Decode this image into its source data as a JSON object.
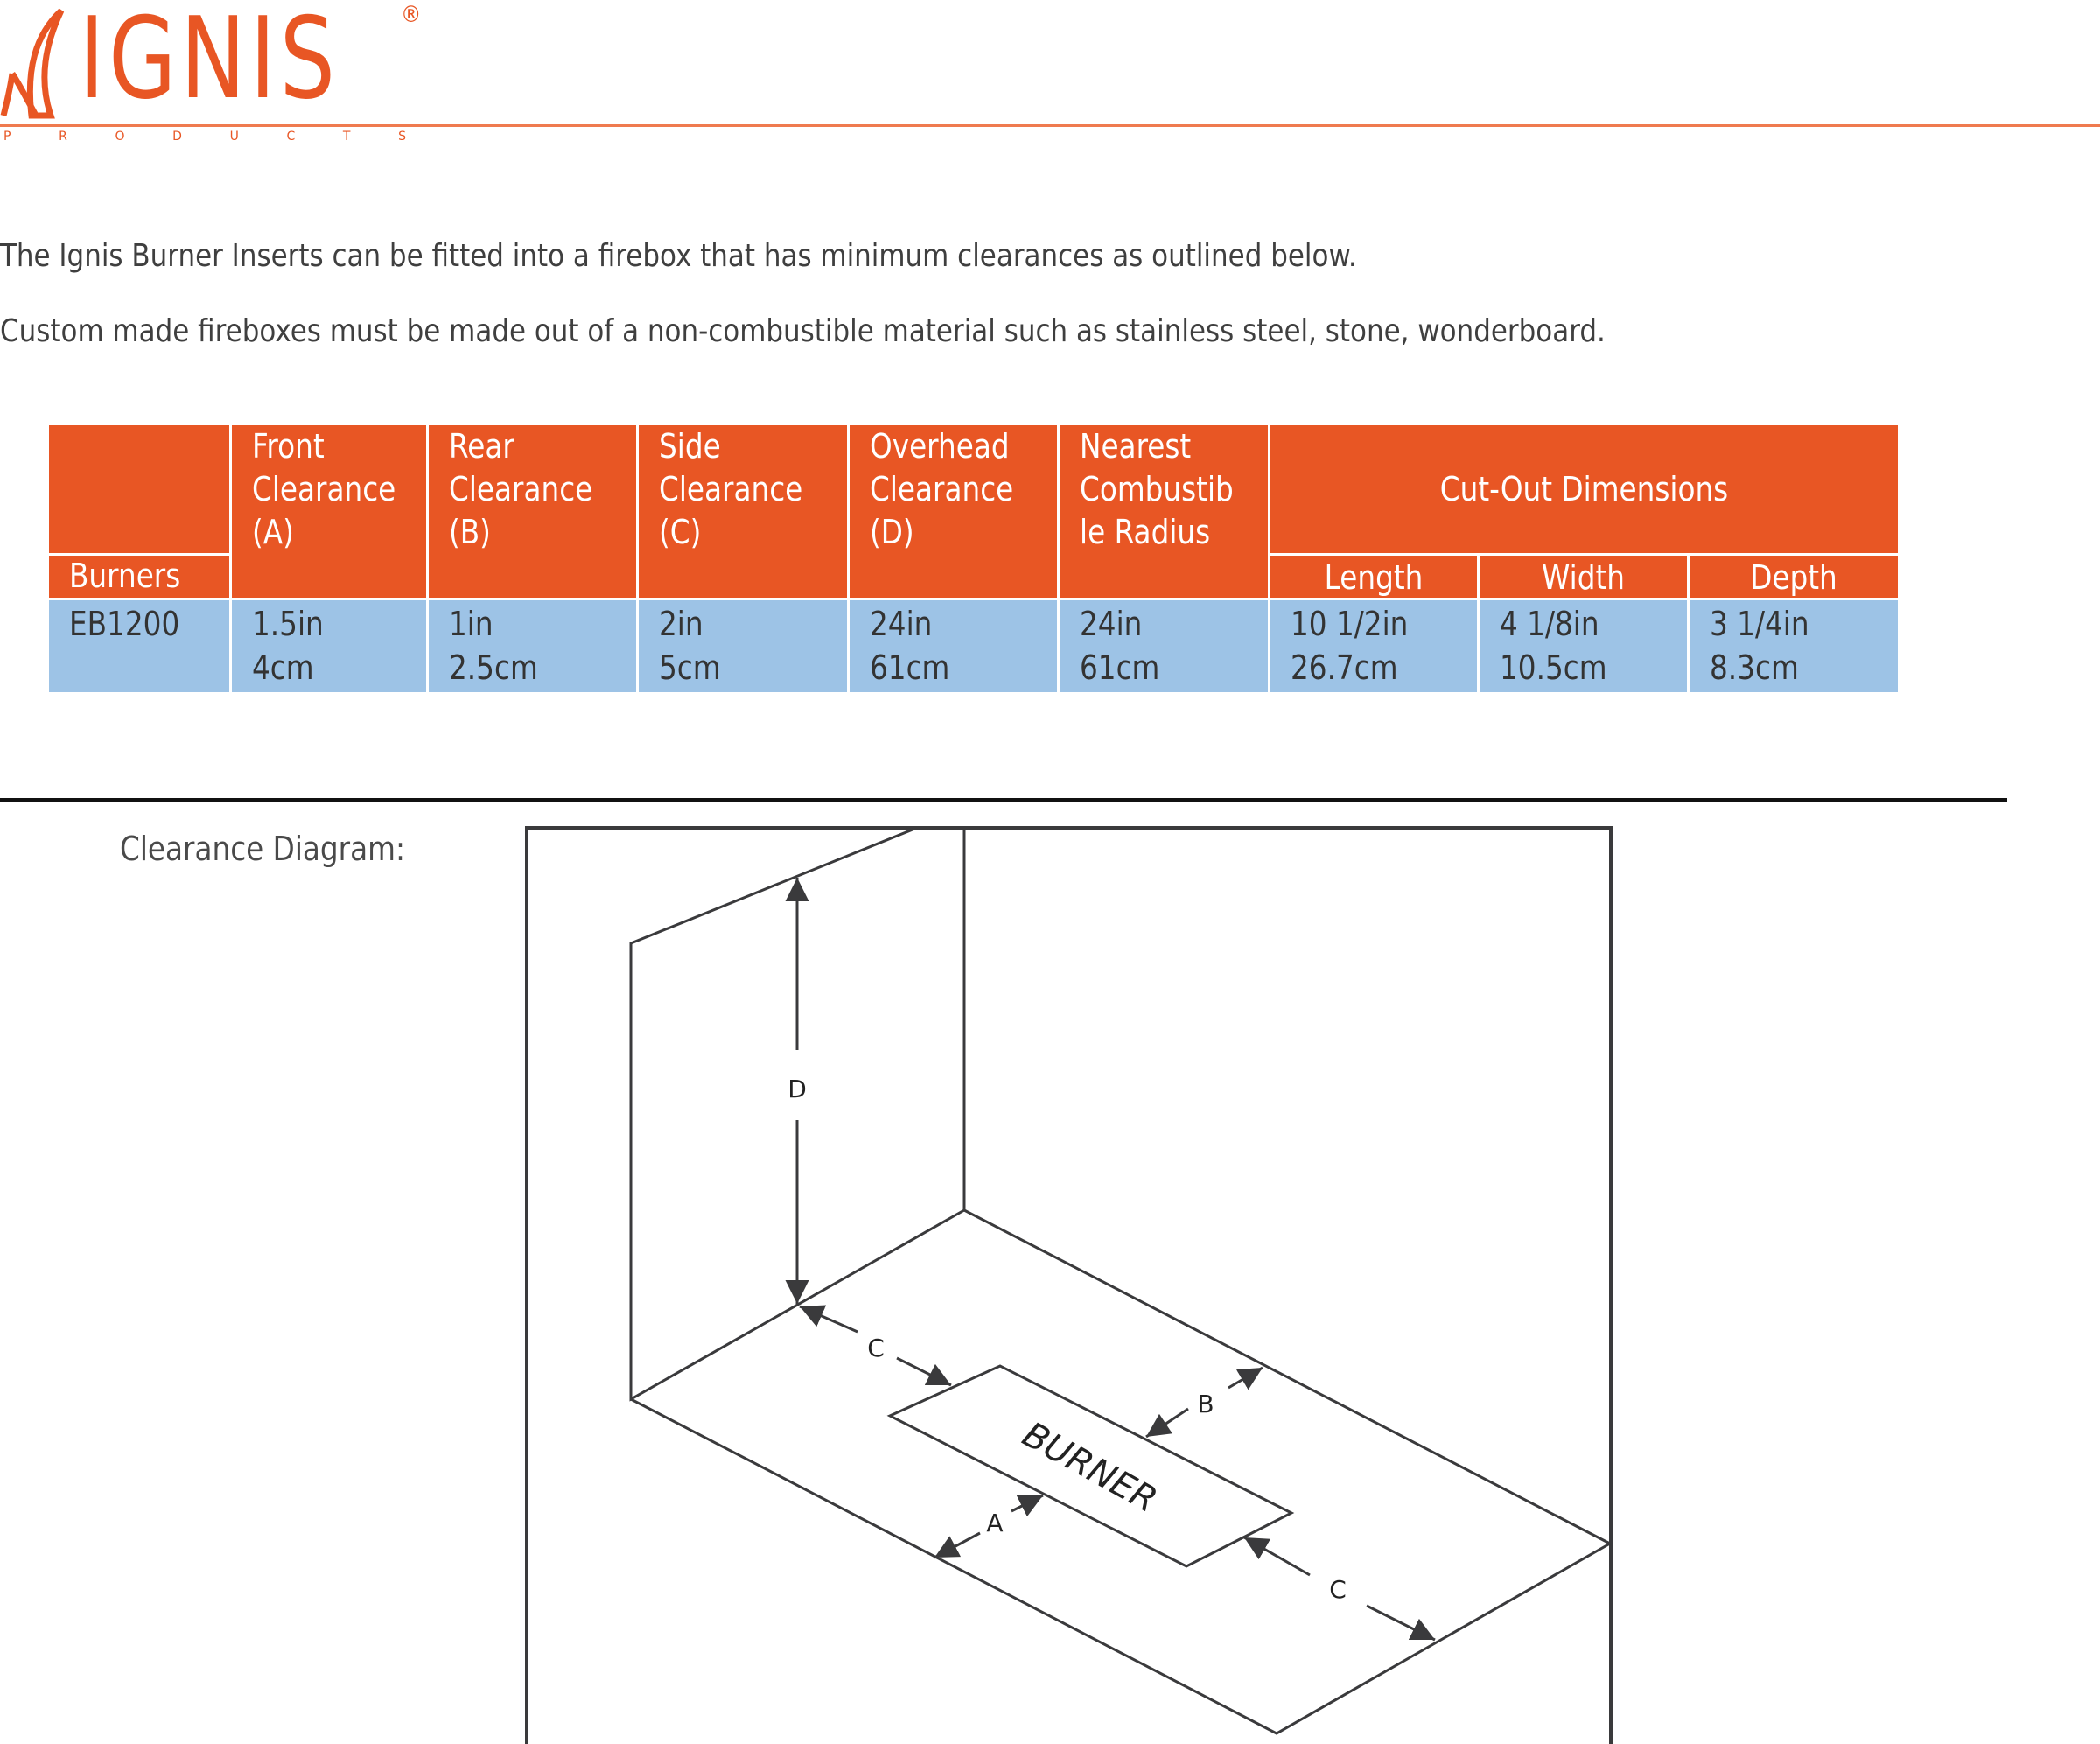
{
  "brand": {
    "name": "IGNIS",
    "registered_mark": "®",
    "tagline_letters": [
      "P",
      "R",
      "O",
      "D",
      "U",
      "C",
      "T",
      "S"
    ],
    "color": "#e85624"
  },
  "intro": {
    "line1": "The Ignis Burner Inserts can be fitted into a firebox that has minimum clearances as outlined below.",
    "line2": "Custom made fireboxes must be made out of a non-combustible material such as stainless steel, stone, wonderboard."
  },
  "table": {
    "header_color": "#e85624",
    "row_color": "#9dc3e6",
    "headers": {
      "burners": "Burners",
      "front": [
        "Front",
        "Clearance",
        "(A)"
      ],
      "rear": [
        "Rear",
        "Clearance",
        "(B)"
      ],
      "side": [
        "Side",
        "Clearance",
        "(C)"
      ],
      "overhead": [
        "Overhead",
        "Clearance",
        "(D)"
      ],
      "nearest": [
        "Nearest",
        "Combustib",
        "le Radius"
      ],
      "cutout_group": "Cut-Out Dimensions",
      "length": "Length",
      "width": "Width",
      "depth": "Depth"
    },
    "rows": [
      {
        "burner": "EB1200",
        "front": [
          "1.5in",
          "4cm"
        ],
        "rear": [
          "1in",
          "2.5cm"
        ],
        "side": [
          "2in",
          "5cm"
        ],
        "overhead": [
          "24in",
          "61cm"
        ],
        "nearest": [
          "24in",
          "61cm"
        ],
        "length": [
          "10 1/2in",
          "26.7cm"
        ],
        "width": [
          "4 1/8in",
          "10.5cm"
        ],
        "depth": [
          "3 1/4in",
          "8.3cm"
        ]
      }
    ]
  },
  "diagram": {
    "label": "Clearance Diagram:",
    "burner_label": "BURNER",
    "dimension_labels": {
      "A": "A",
      "B": "B",
      "C": "C",
      "D": "D"
    }
  }
}
